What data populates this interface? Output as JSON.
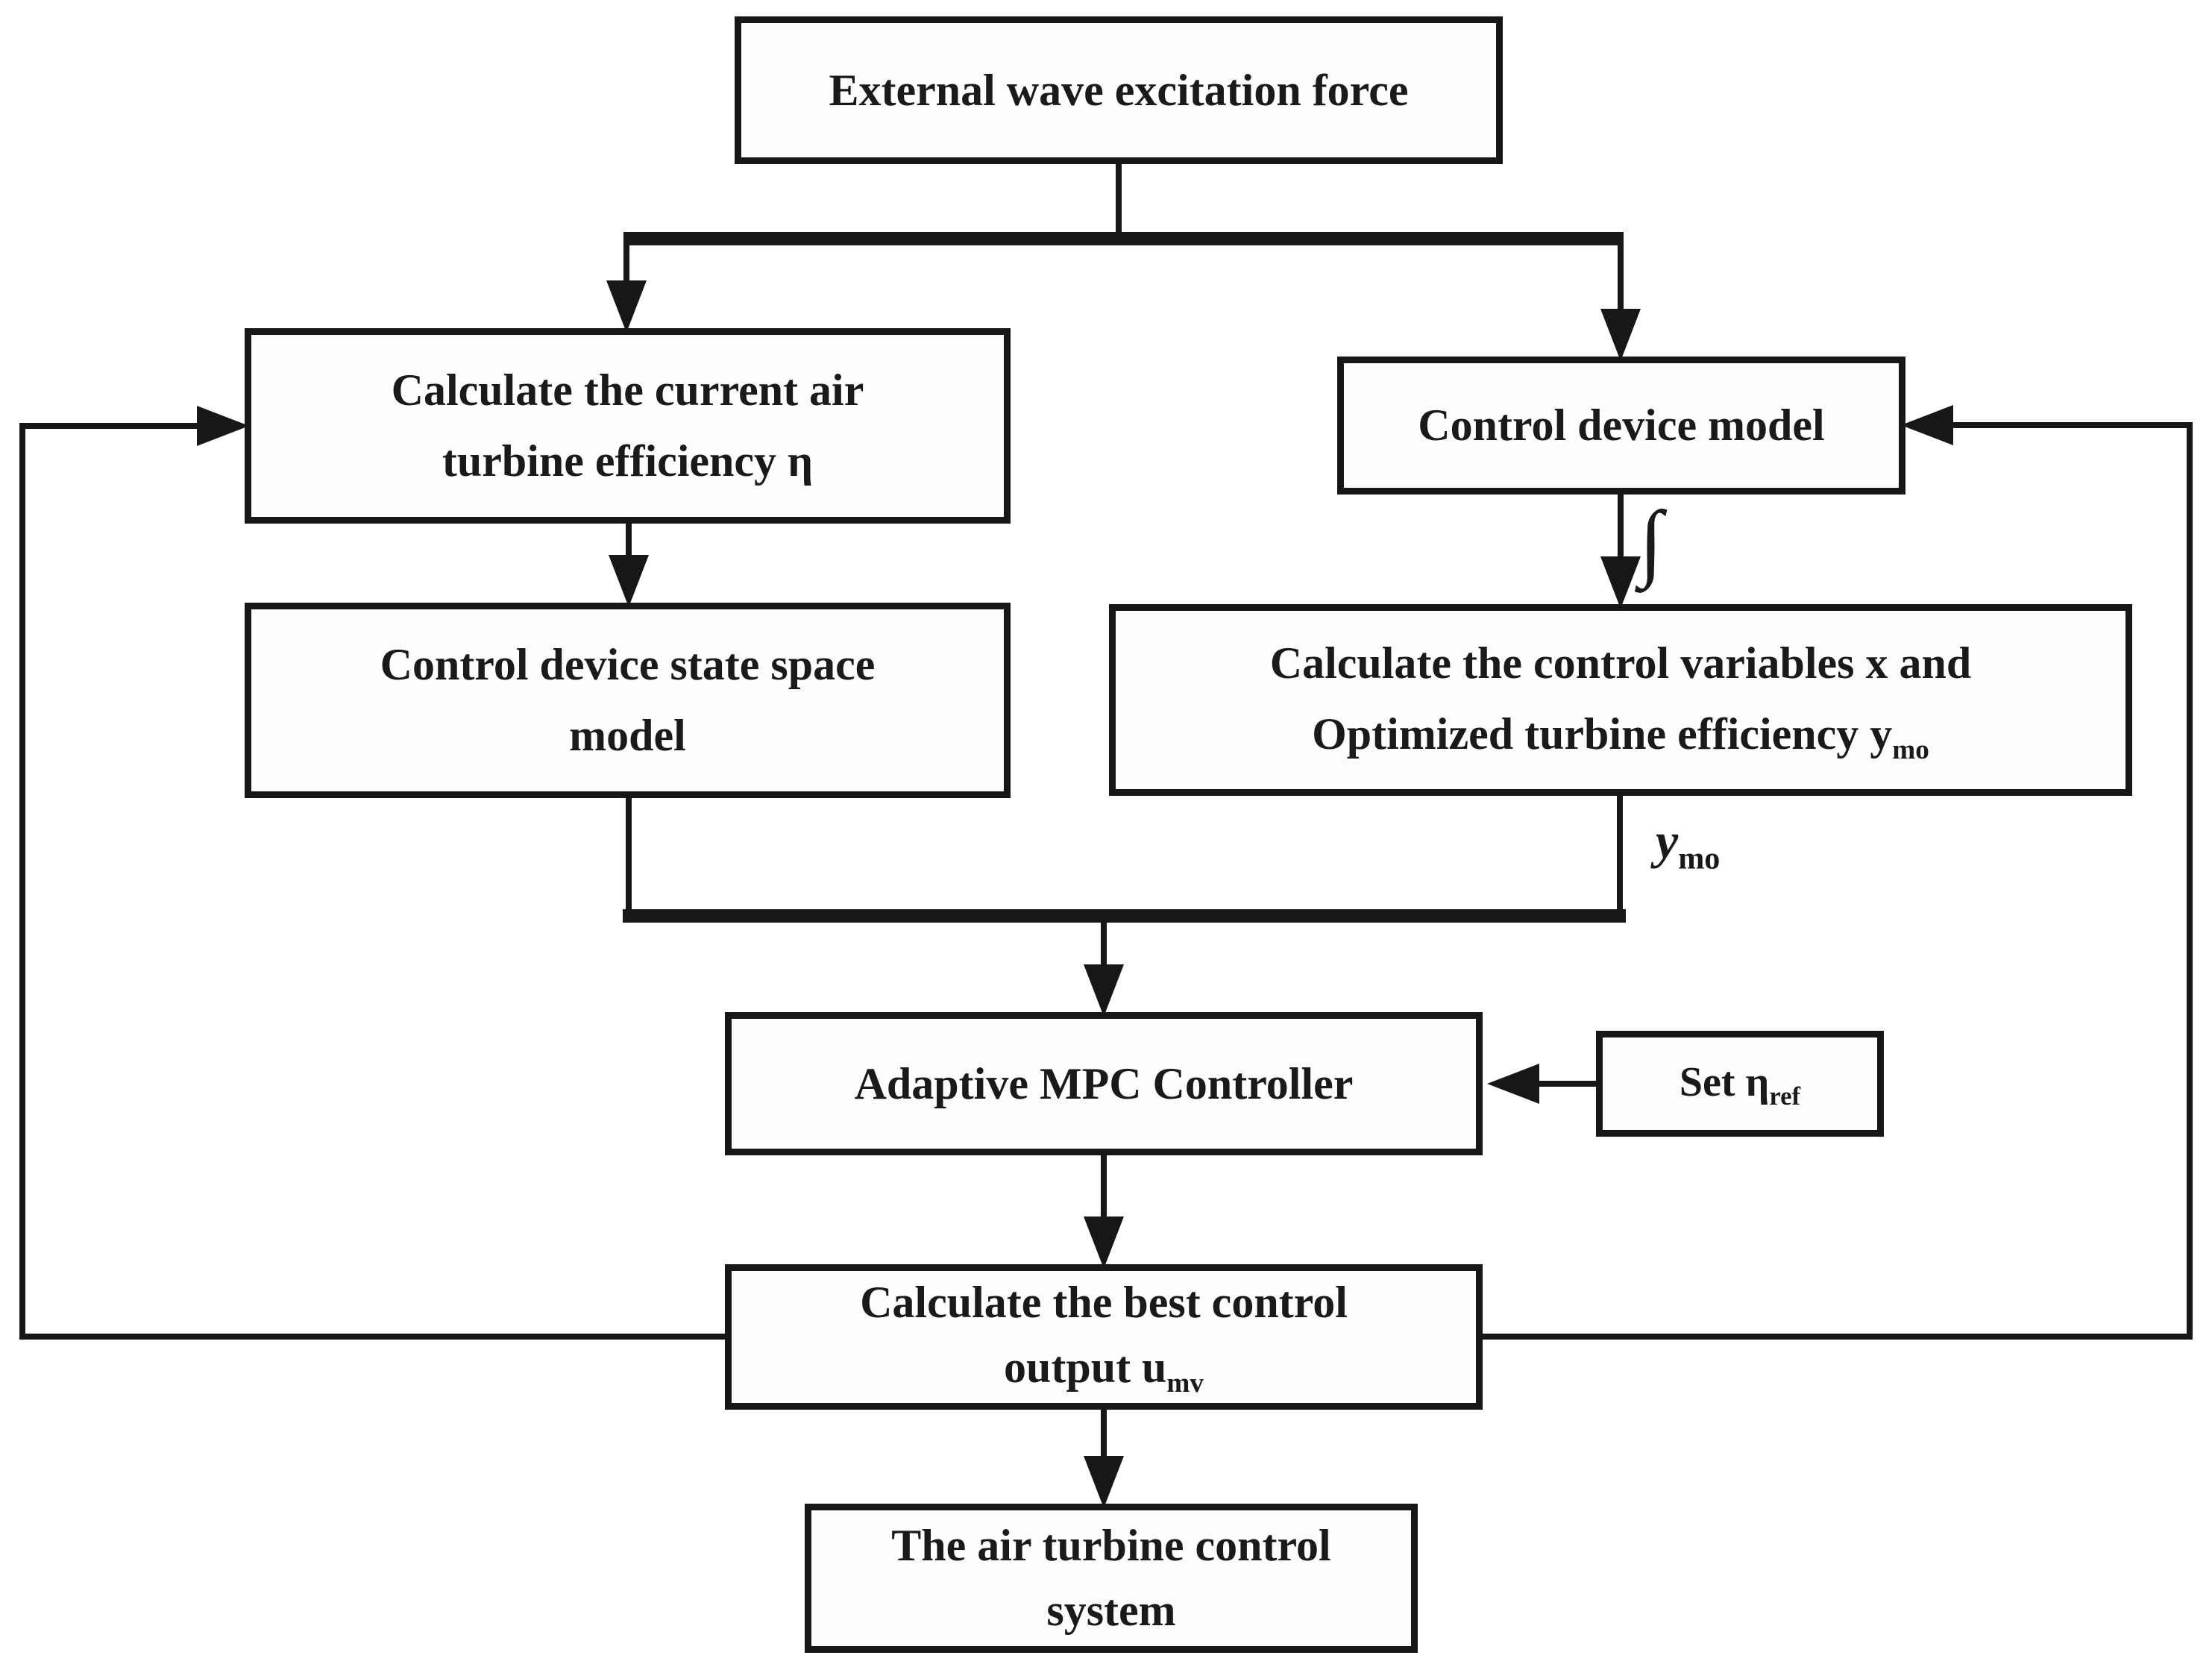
{
  "diagram": {
    "colors": {
      "line": "#171717",
      "text": "#1a1a1a",
      "background": "#ffffff",
      "box_fill": "#fdfdfd"
    },
    "nodes": {
      "external_wave": {
        "label": "External wave excitation force"
      },
      "turbine_efficiency": {
        "line1": "Calculate the current air",
        "line2": "turbine efficiency η"
      },
      "control_device_model": {
        "label": "Control device model"
      },
      "state_space_model": {
        "line1": "Control device state space",
        "line2": "model"
      },
      "control_variables": {
        "line1": "Calculate the control variables x and",
        "line2_main": "Optimized turbine efficiency y",
        "line2_sub": "mo"
      },
      "adaptive_mpc": {
        "label": "Adaptive MPC Controller"
      },
      "set_reference": {
        "main": "Set η",
        "sub": "ref"
      },
      "best_control_output": {
        "line1": "Calculate the best control",
        "line2_main": "output u",
        "line2_sub": "mv"
      },
      "air_turbine_system": {
        "line1": "The air turbine control",
        "line2": "system"
      }
    },
    "edge_labels": {
      "integral": "∫",
      "ymo_main": "y",
      "ymo_sub": "mo"
    }
  }
}
